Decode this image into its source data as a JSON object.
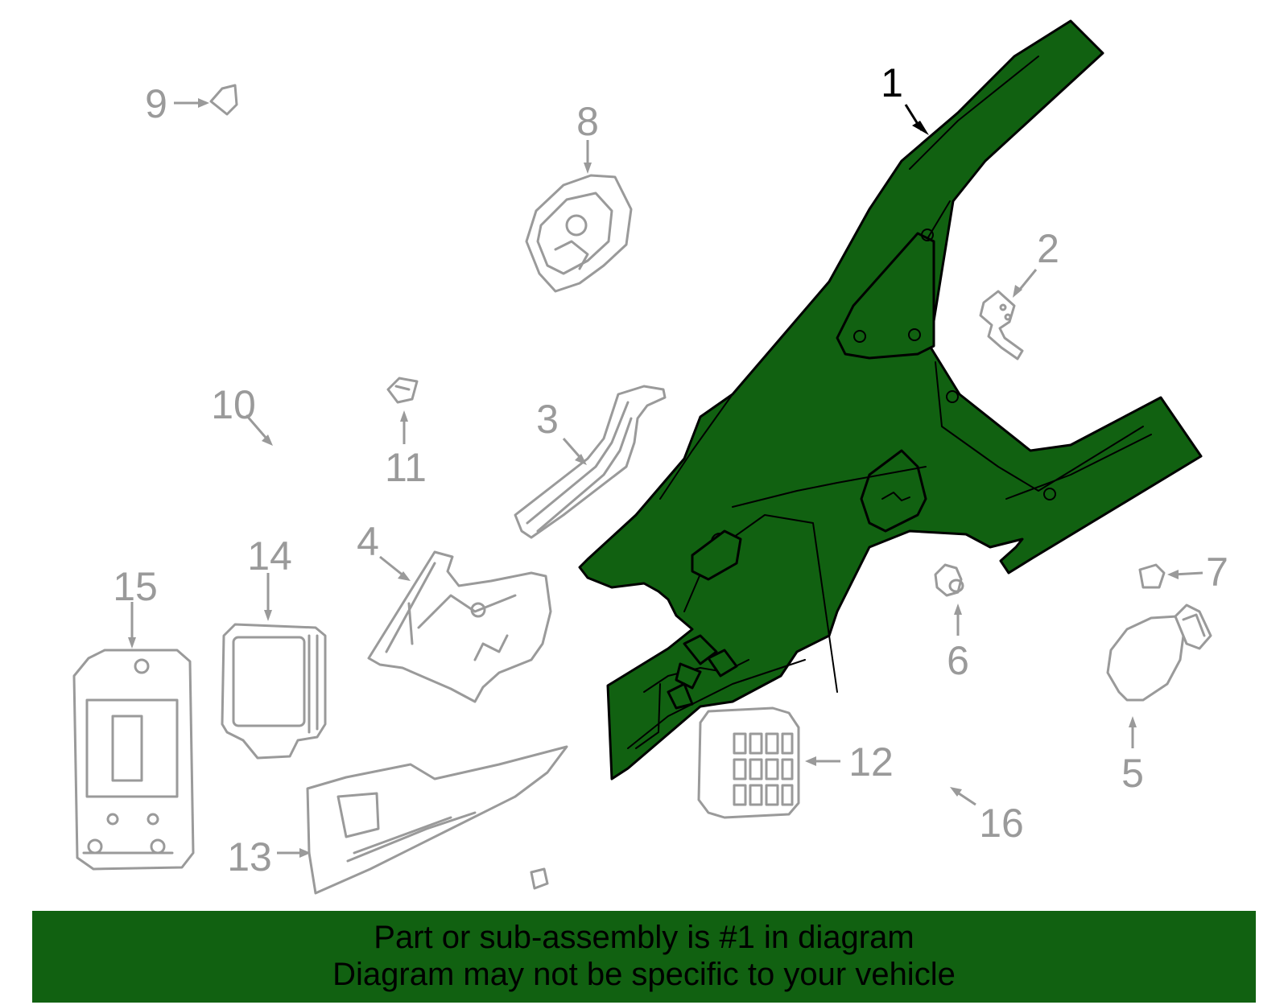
{
  "colors": {
    "highlight_fill": "#116111",
    "banner_background": "#116111",
    "part_outline": "#9a9a9a",
    "highlight_outline": "#000000"
  },
  "callouts": [
    "1",
    "2",
    "3",
    "4",
    "5",
    "6",
    "7",
    "8",
    "9",
    "10",
    "11",
    "12",
    "13",
    "14",
    "15",
    "16"
  ],
  "highlighted_part": "1",
  "banner": {
    "line1": "Part or sub-assembly is #1 in diagram",
    "line2": "Diagram may not be specific to your vehicle"
  }
}
